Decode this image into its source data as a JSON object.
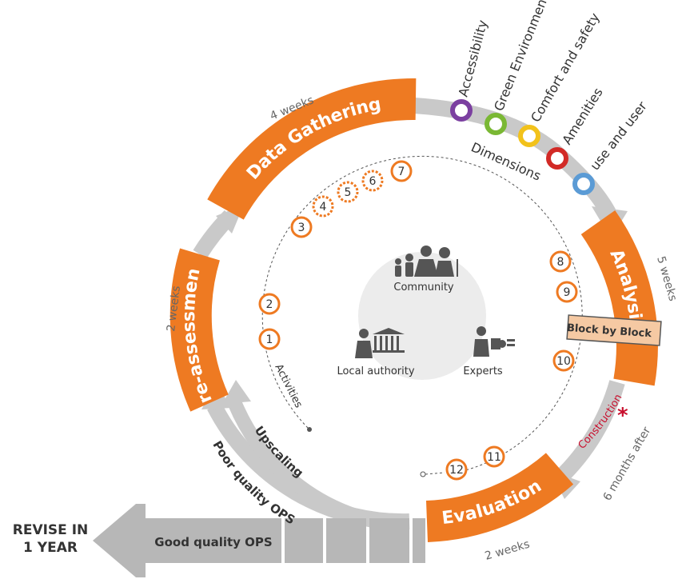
{
  "phases": {
    "data_gathering": "Data Gathering",
    "analysis": "Analysis",
    "evaluation": "Evaluation",
    "pre_assessment": "Pre-assessment"
  },
  "durations": {
    "data_gathering": "4 weeks",
    "analysis": "5 weeks",
    "evaluation": "2 weeks",
    "pre_assessment": "2 weeks",
    "after_construction": "6 months after"
  },
  "dimensions": {
    "label": "Dimensions",
    "items": [
      {
        "label": "Accessibility",
        "color": "#7b3fa0"
      },
      {
        "label": "Green Environment",
        "color": "#7ab834"
      },
      {
        "label": "Comfort and safety",
        "color": "#f2c21b"
      },
      {
        "label": "Amenities",
        "color": "#d22a26"
      },
      {
        "label": "use and user",
        "color": "#5b9bd5"
      }
    ]
  },
  "activities": {
    "label": "Activities",
    "numbers": [
      "1",
      "2",
      "3",
      "4",
      "5",
      "6",
      "7",
      "8",
      "9",
      "10",
      "11",
      "12"
    ]
  },
  "center": {
    "community": "Community",
    "local_authority": "Local authority",
    "experts": "Experts"
  },
  "block_by_block": "Block by Block",
  "construction": "Construction",
  "construction_mark": "*",
  "upscaling": "Upscaling",
  "poor_quality": "Poor quality OPS",
  "good_quality": "Good quality OPS",
  "revise": [
    "REVISE IN",
    "1 YEAR"
  ],
  "colors": {
    "orange": "#ee7a22",
    "grey_arrow": "#c9c9c9",
    "grey_bar": "#b7b7b7",
    "center_fill": "#ececec",
    "construction": "#c8102e"
  }
}
